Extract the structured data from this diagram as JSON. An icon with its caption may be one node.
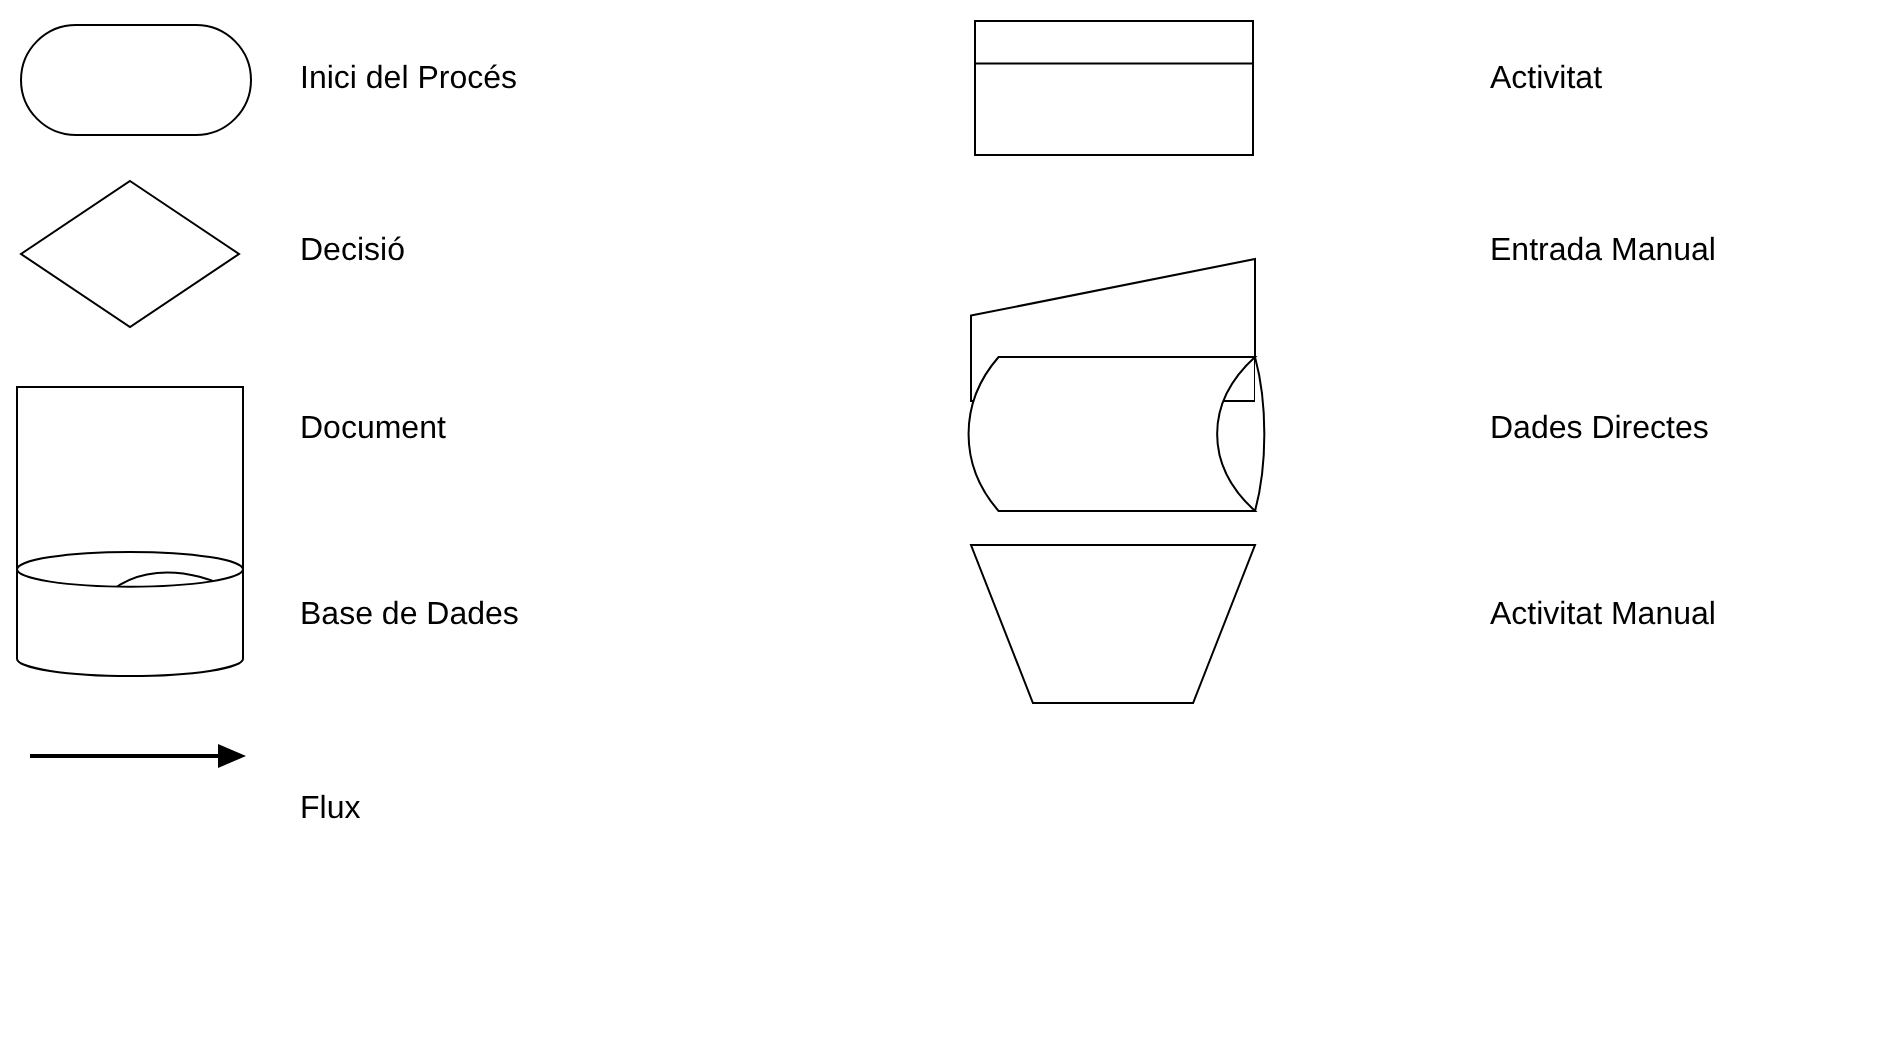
{
  "diagram": {
    "legend": [
      {
        "text": "Inici del Procés"
      },
      {
        "text": "Activitat"
      },
      {
        "text": "Decisió"
      },
      {
        "text": "Entrada Manual"
      },
      {
        "text": "Document"
      },
      {
        "text": "Dades Directes"
      },
      {
        "text": "Base de Dades"
      },
      {
        "text": "Activitat Manual"
      },
      {
        "text": "Flux"
      }
    ]
  }
}
